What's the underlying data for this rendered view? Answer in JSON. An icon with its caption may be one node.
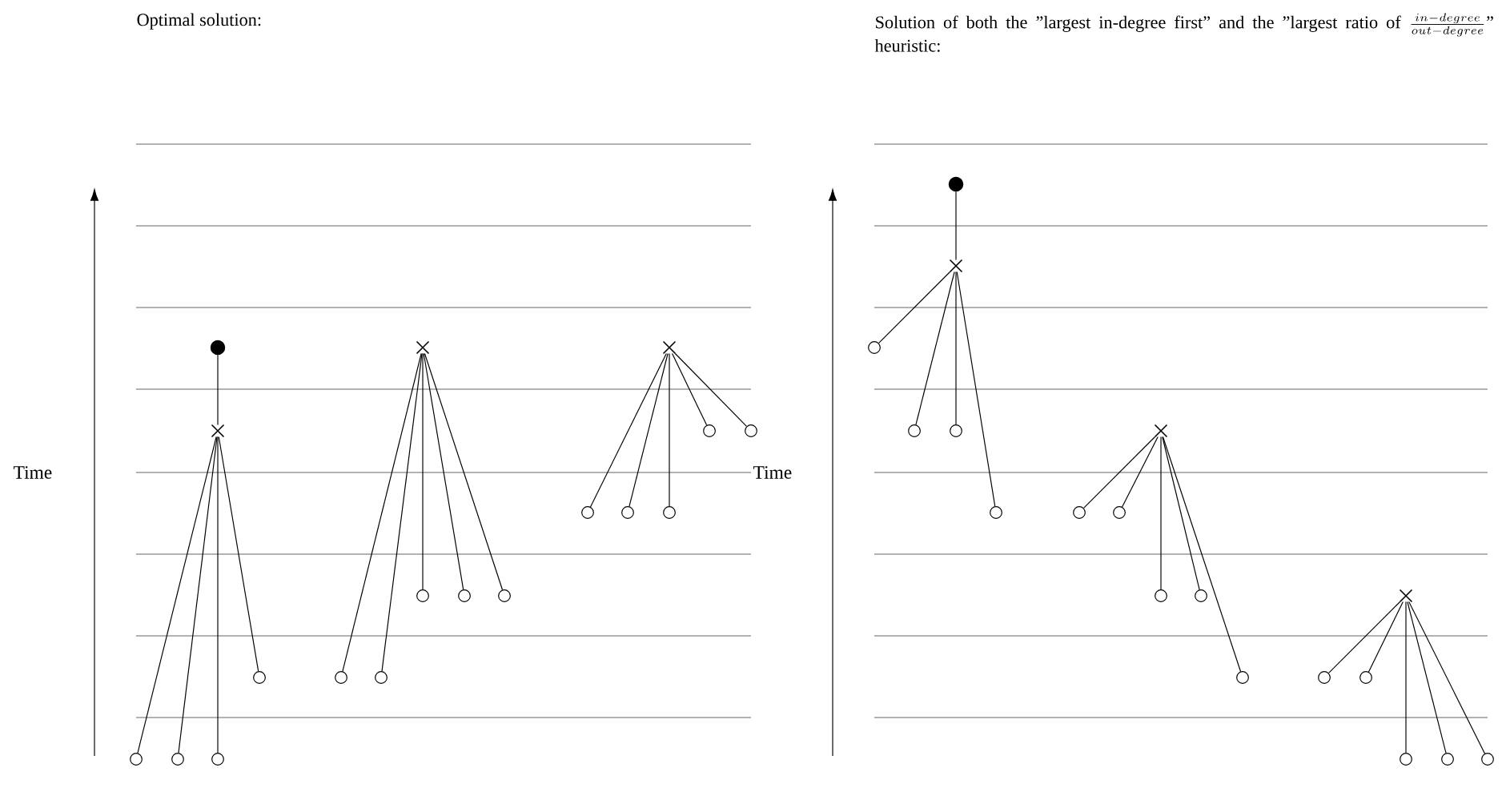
{
  "diagram": {
    "nodes": [
      {
        "text": [],
        "shape": "dot"
      },
      {
        "text": [],
        "shape": "cross"
      },
      {
        "text": [],
        "shape": "circle"
      },
      {
        "text": [],
        "shape": "circle"
      },
      {
        "text": [],
        "shape": "circle"
      },
      {
        "text": [],
        "shape": "circle"
      },
      {
        "text": [],
        "shape": "cross"
      },
      {
        "text": [],
        "shape": "circle"
      },
      {
        "text": [],
        "shape": "circle"
      },
      {
        "text": [],
        "shape": "circle"
      },
      {
        "text": [],
        "shape": "circle"
      },
      {
        "text": [],
        "shape": "circle"
      },
      {
        "text": [],
        "shape": "cross"
      },
      {
        "text": [],
        "shape": "circle"
      },
      {
        "text": [],
        "shape": "circle"
      },
      {
        "text": [],
        "shape": "circle"
      },
      {
        "text": [],
        "shape": "circle"
      },
      {
        "text": [],
        "shape": "circle"
      },
      {
        "text": [],
        "shape": "dot"
      },
      {
        "text": [],
        "shape": "cross"
      },
      {
        "text": [],
        "shape": "circle"
      },
      {
        "text": [],
        "shape": "circle"
      },
      {
        "text": [],
        "shape": "circle"
      },
      {
        "text": [],
        "shape": "circle"
      },
      {
        "text": [],
        "shape": "cross"
      },
      {
        "text": [],
        "shape": "circle"
      },
      {
        "text": [],
        "shape": "circle"
      },
      {
        "text": [],
        "shape": "circle"
      },
      {
        "text": [],
        "shape": "circle"
      },
      {
        "text": [],
        "shape": "circle"
      },
      {
        "text": [],
        "shape": "cross"
      },
      {
        "text": [],
        "shape": "circle"
      },
      {
        "text": [],
        "shape": "circle"
      },
      {
        "text": [],
        "shape": "circle"
      },
      {
        "text": [],
        "shape": "circle"
      },
      {
        "text": [],
        "shape": "circle"
      }
    ],
    "edges": [
      {
        "from": 0,
        "to": 1,
        "arrow": "none"
      },
      {
        "from": 1,
        "to": 2,
        "arrow": "none"
      },
      {
        "from": 1,
        "to": 3,
        "arrow": "none"
      },
      {
        "from": 1,
        "to": 4,
        "arrow": "none"
      },
      {
        "from": 1,
        "to": 5,
        "arrow": "none"
      },
      {
        "from": 6,
        "to": 7,
        "arrow": "none"
      },
      {
        "from": 6,
        "to": 8,
        "arrow": "none"
      },
      {
        "from": 6,
        "to": 9,
        "arrow": "none"
      },
      {
        "from": 6,
        "to": 10,
        "arrow": "none"
      },
      {
        "from": 6,
        "to": 11,
        "arrow": "none"
      },
      {
        "from": 12,
        "to": 13,
        "arrow": "none"
      },
      {
        "from": 12,
        "to": 14,
        "arrow": "none"
      },
      {
        "from": 12,
        "to": 15,
        "arrow": "none"
      },
      {
        "from": 12,
        "to": 16,
        "arrow": "none"
      },
      {
        "from": 12,
        "to": 17,
        "arrow": "none"
      },
      {
        "from": 18,
        "to": 19,
        "arrow": "none"
      },
      {
        "from": 19,
        "to": 20,
        "arrow": "none"
      },
      {
        "from": 19,
        "to": 21,
        "arrow": "none"
      },
      {
        "from": 19,
        "to": 22,
        "arrow": "none"
      },
      {
        "from": 19,
        "to": 23,
        "arrow": "none"
      },
      {
        "from": 24,
        "to": 25,
        "arrow": "none"
      },
      {
        "from": 24,
        "to": 26,
        "arrow": "none"
      },
      {
        "from": 24,
        "to": 27,
        "arrow": "none"
      },
      {
        "from": 24,
        "to": 28,
        "arrow": "none"
      },
      {
        "from": 24,
        "to": 29,
        "arrow": "none"
      },
      {
        "from": 30,
        "to": 31,
        "arrow": "none"
      },
      {
        "from": 30,
        "to": 32,
        "arrow": "none"
      },
      {
        "from": 30,
        "to": 33,
        "arrow": "none"
      },
      {
        "from": 30,
        "to": 34,
        "arrow": "none"
      },
      {
        "from": 30,
        "to": 35,
        "arrow": "none"
      }
    ],
    "labels": [
      "Optimal solution:",
      "Solution of both the ”largest in-degree first” and the ”largest ratio of",
      "\\frac{in-degree}{out-degree}",
      "” heuristic:",
      "Time",
      "Time"
    ]
  }
}
